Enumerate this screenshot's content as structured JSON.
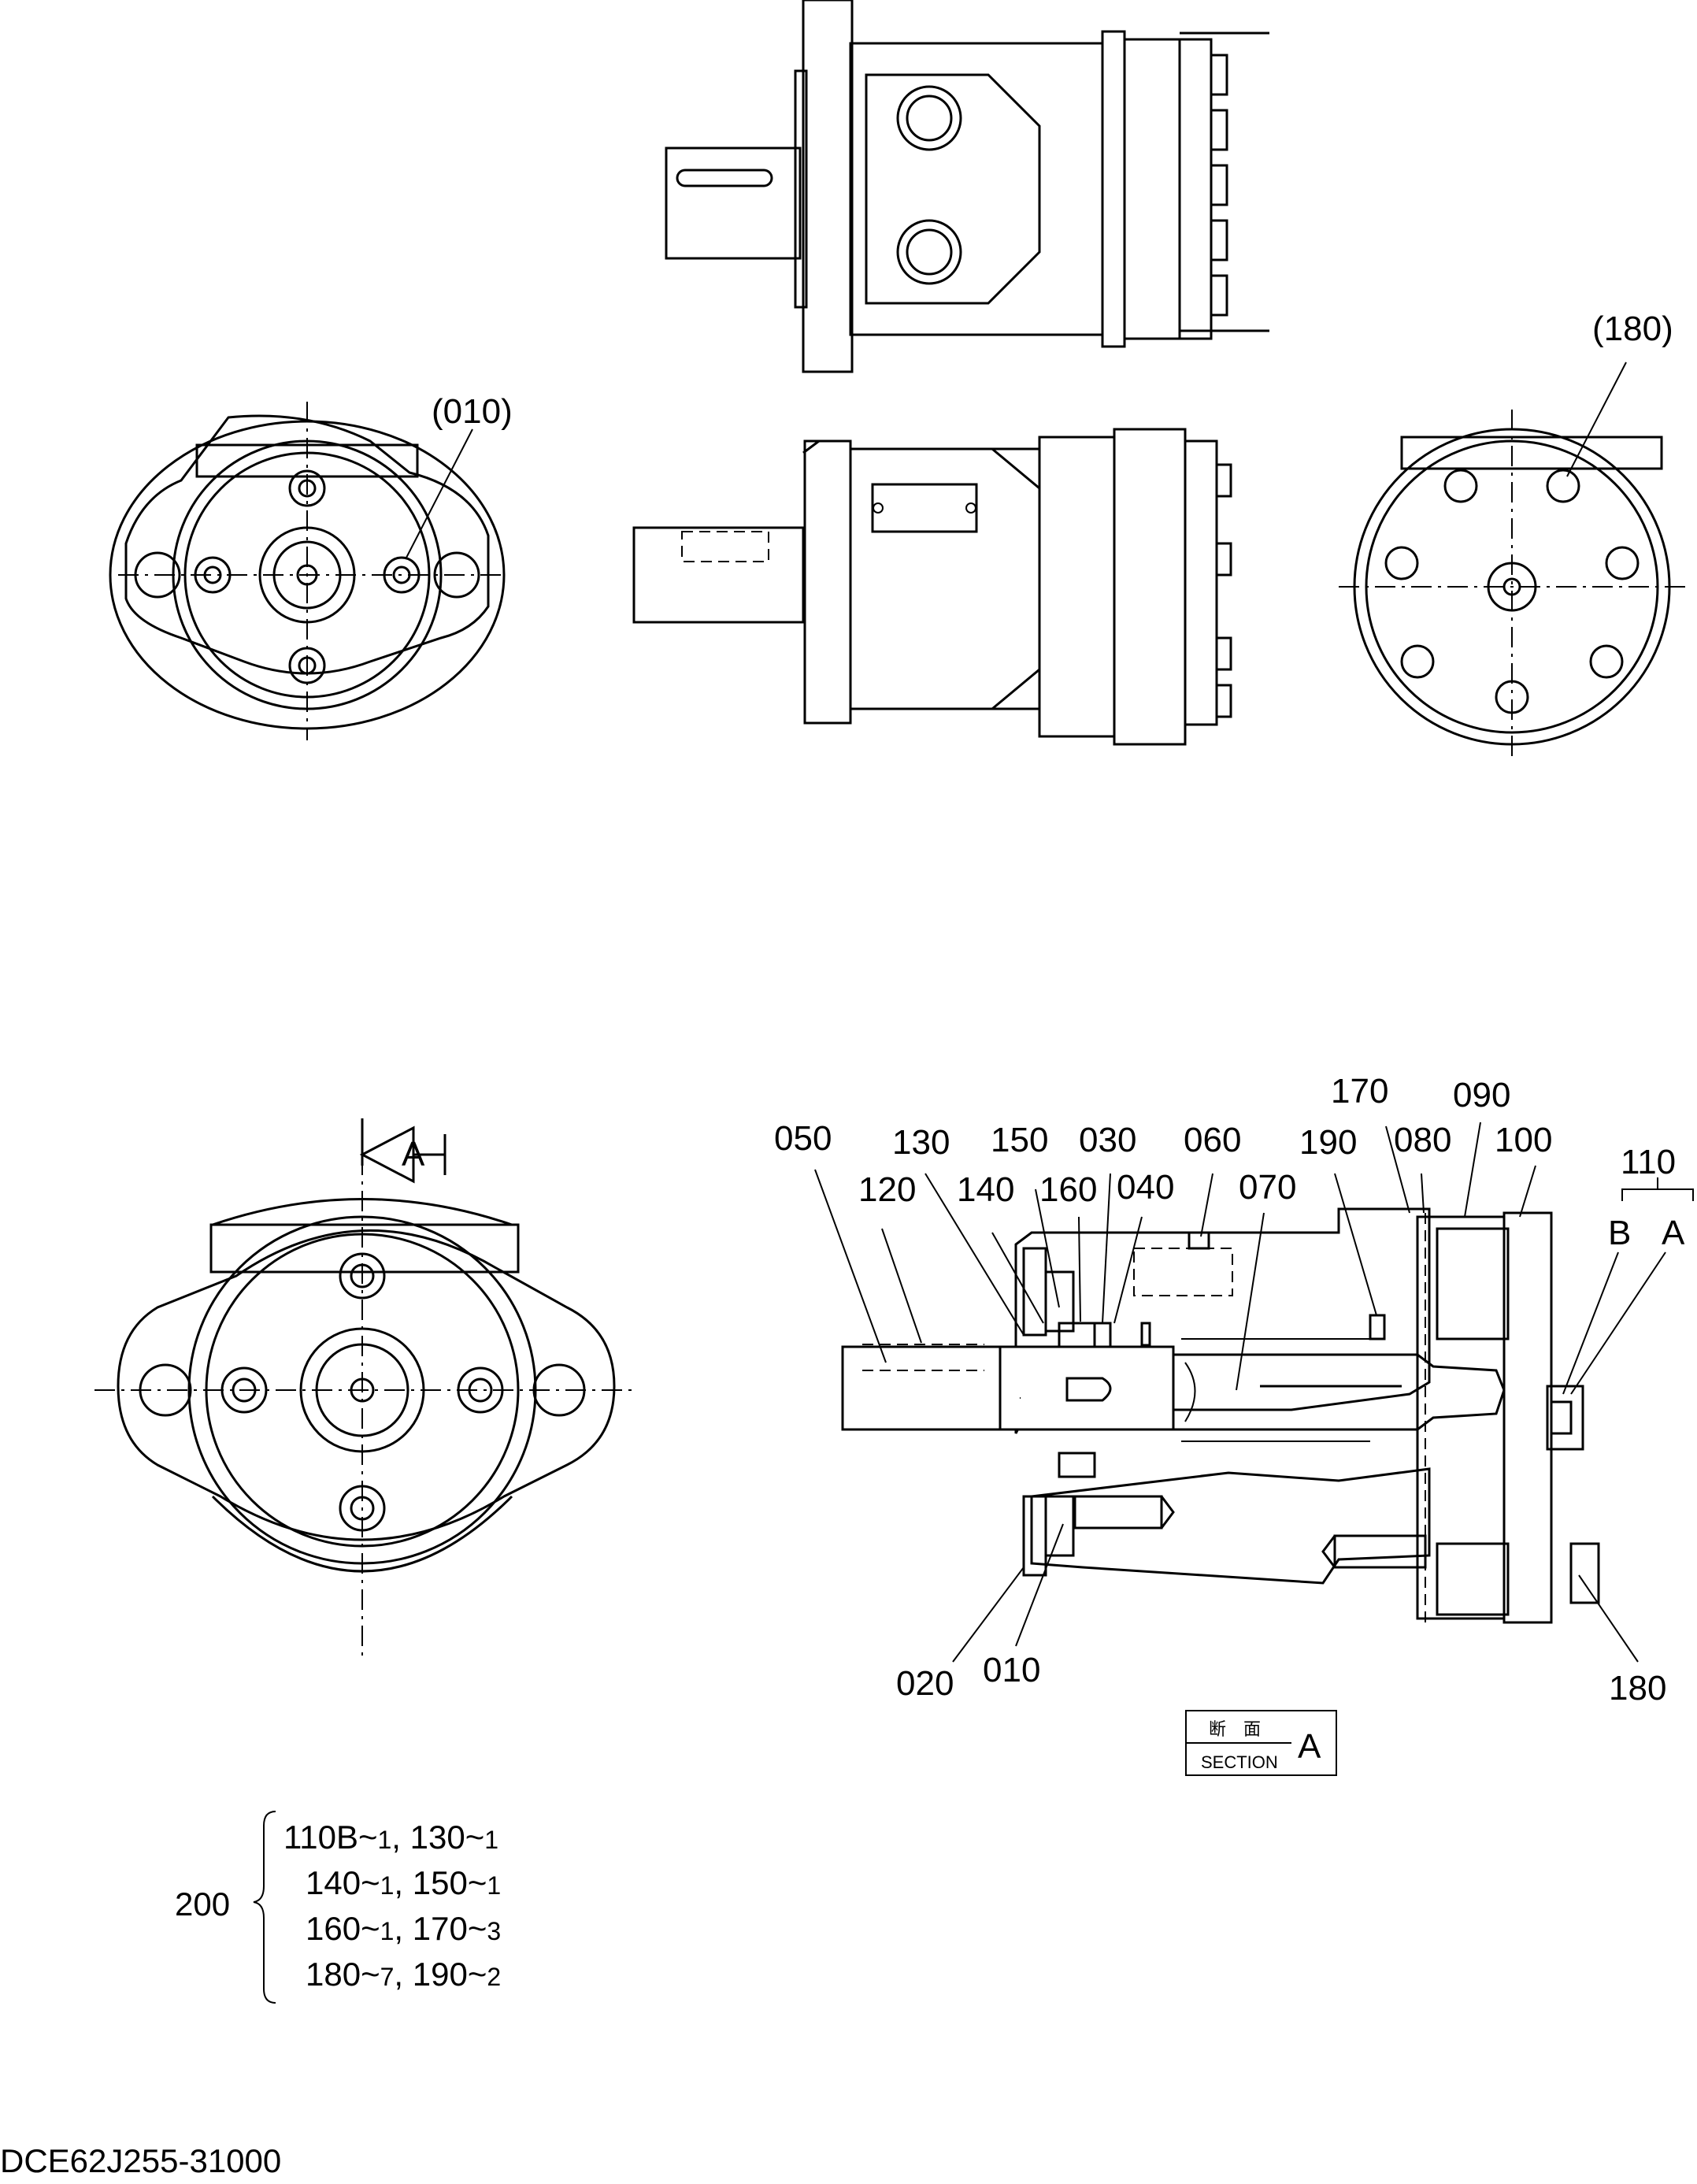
{
  "views": {
    "front_view_callout": "(010)",
    "rear_view_callout": "(180)"
  },
  "section_mark": {
    "letter": "A"
  },
  "section_title": {
    "jp": "断　面",
    "en": "SECTION",
    "letter": "A"
  },
  "part_labels": {
    "p050": "050",
    "p130": "130",
    "p150": "150",
    "p030": "030",
    "p060": "060",
    "p170": "170",
    "p090": "090",
    "p190": "190",
    "p080": "080",
    "p100": "100",
    "p110": "110",
    "p110B": "B",
    "p110A": "A",
    "p120": "120",
    "p140": "140",
    "p160": "160",
    "p040": "040",
    "p070": "070",
    "p020": "020",
    "p010": "010",
    "p180": "180"
  },
  "kit": {
    "number": "200",
    "lines": [
      [
        "110B~",
        "1",
        ", 130~",
        "1"
      ],
      [
        "140~",
        "1",
        ", 150~",
        "1"
      ],
      [
        "160~",
        "1",
        ", 170~",
        "3"
      ],
      [
        "180~",
        "7",
        ", 190~",
        "2"
      ]
    ]
  },
  "drawing_number": "DCE62J255-31000"
}
